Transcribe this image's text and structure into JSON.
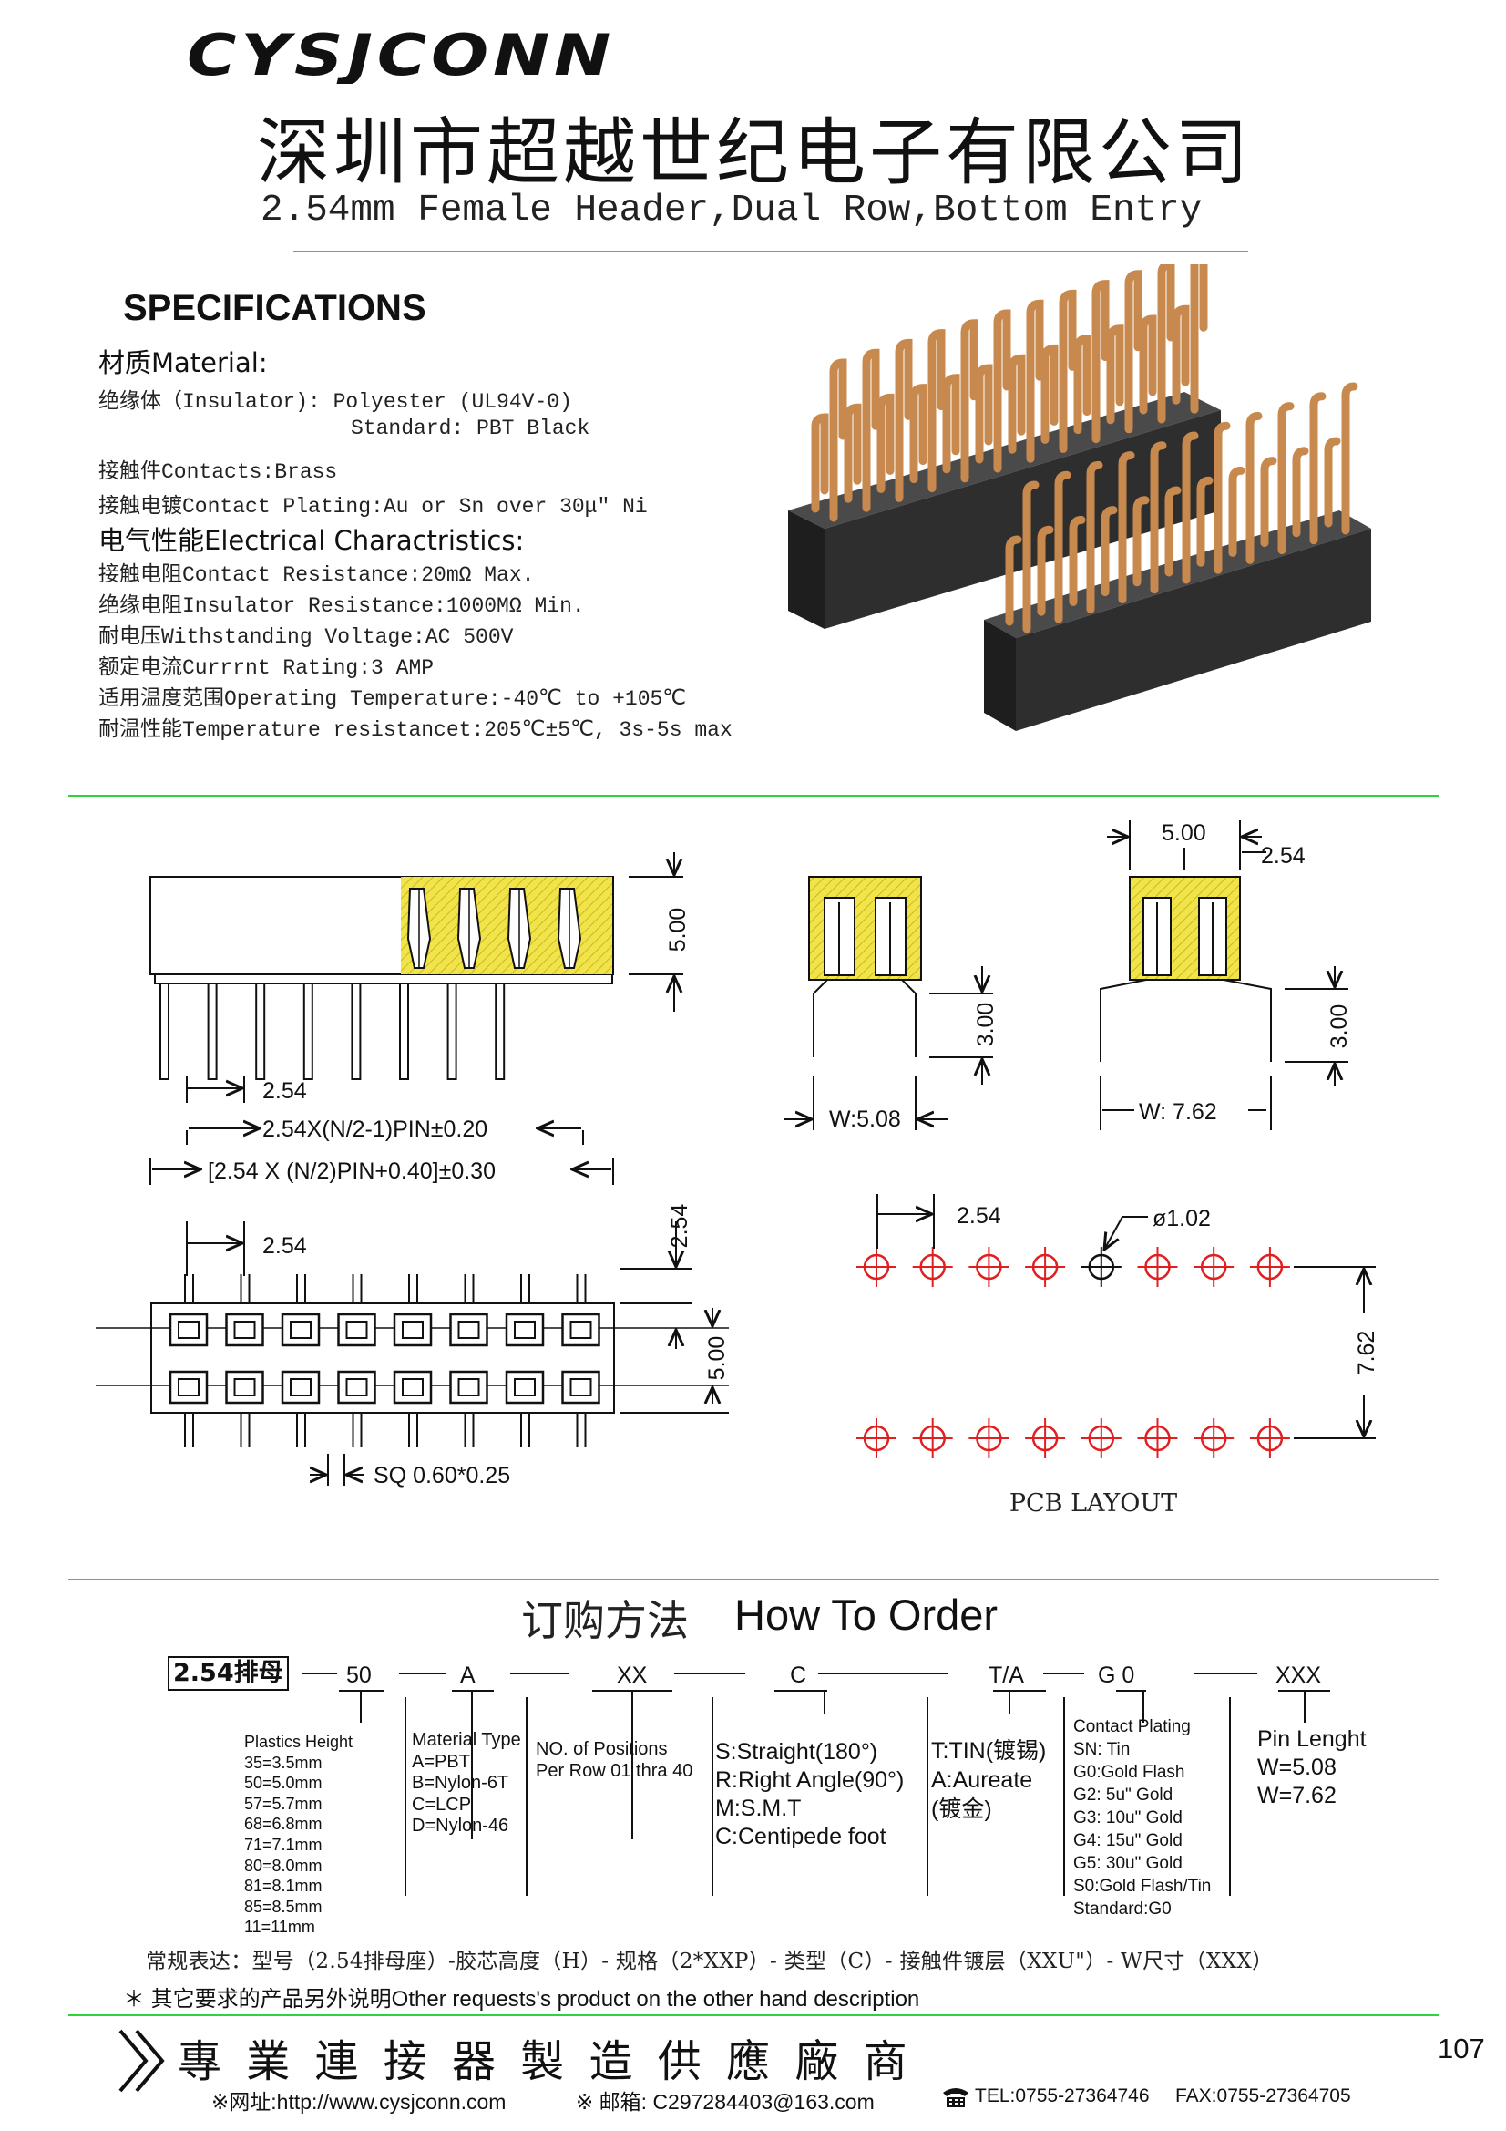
{
  "header": {
    "logo_text": "CYSJCONN",
    "company_cn": "深圳市超越世纪电子有限公司",
    "product_title": "2.54mm Female Header,Dual Row,Bottom Entry"
  },
  "specs": {
    "heading": "SPECIFICATIONS",
    "material_label": "材质Material:",
    "insulator": "绝缘体（Insulator):  Polyester (UL94V-0)",
    "insulator_standard": "Standard: PBT Black",
    "contacts": "接触件Contacts:Brass",
    "plating": "接触电镀Contact Plating:Au or Sn over 30μ\" Ni",
    "electrical_label": "电气性能Electrical Charactristics:",
    "contact_resistance": "接触电阻Contact Resistance:20mΩ Max.",
    "insulator_resistance": "绝缘电阻Insulator Resistance:1000MΩ Min.",
    "withstanding_voltage": "耐电压Withstanding Voltage:AC 500V",
    "current_rating": "额定电流Currrnt Rating:3 AMP",
    "operating_temp": "适用温度范围Operating Temperature:-40℃ to +105℃",
    "temp_resistance": "耐温性能Temperature resistancet:205℃±5℃, 3s-5s max"
  },
  "drawing": {
    "front_height": "5.00",
    "front_pitch": "2.54",
    "front_dim1": "2.54X(N/2-1)PIN±0.20",
    "front_dim2": "[2.54 X (N/2)PIN+0.40]±0.30",
    "side1_tail": "3.00",
    "side1_width": "W:5.08",
    "side2_top": "5.00",
    "side2_pitch": "2.54",
    "side2_tail": "3.00",
    "side2_width": "W: 7.62",
    "top_pitch": "2.54",
    "top_row_pitch": "2.54",
    "top_height": "5.00",
    "top_pin": "SQ 0.60*0.25",
    "pcb_pitch": "2.54",
    "pcb_hole": "ø1.02",
    "pcb_row": "7.62",
    "pcb_label": "PCB LAYOUT"
  },
  "order": {
    "title_cn": "订购方法",
    "title_en": "How To Order",
    "code_prefix": "2.54排母",
    "code_parts": [
      "50",
      "A",
      "XX",
      "C",
      "T/A",
      "G 0",
      "XXX"
    ],
    "plastics_height": "Plastics Height\n35=3.5mm\n50=5.0mm\n57=5.7mm\n68=6.8mm\n71=7.1mm\n80=8.0mm\n81=8.1mm\n85=8.5mm\n11=11mm",
    "material_type": "Material Type\nA=PBT\nB=Nylon-6T\nC=LCP\nD=Nylon-46",
    "positions": "NO. of Positions\nPer Row  01 thra 40",
    "type": "S:Straight(180°)\nR:Right Angle(90°)\nM:S.M.T\nC:Centipede foot",
    "plating_type": "T:TIN(镀锡)\nA:Aureate\n        (镀金)",
    "contact_plating": "Contact Plating\nSN: Tin\nG0:Gold Flash\nG2:  5u\" Gold\nG3: 10u\" Gold\nG4: 15u\" Gold\nG5: 30u\" Gold\nS0:Gold Flash/Tin\nStandard:G0",
    "pin_length": "Pin Lenght\nW=5.08\nW=7.62",
    "regular_expr": "常规表达：型号（2.54排母座）-胶芯高度（H）- 规格（2*XXP）- 类型（C）- 接触件镀层（XXU\"）- W尺寸（XXX）",
    "other_requests": "＊ 其它要求的产品另外说明Other requests's product on the other hand description"
  },
  "footer": {
    "slogan": "專 業 連 接 器 製 造 供 應 廠 商",
    "page_number": "107",
    "website": "※网址:http://www.cysjconn.com",
    "email": "※ 邮箱:  C297284403@163.com",
    "tel": "TEL:0755-27364746",
    "fax": "FAX:0755-27364705"
  },
  "colors": {
    "accent_green": "#2fd23a",
    "pcb_red": "#e02020",
    "hatch_yellow": "#f1e44a",
    "housing_black": "#2b2b2b",
    "pin_gold": "#c8894e"
  }
}
